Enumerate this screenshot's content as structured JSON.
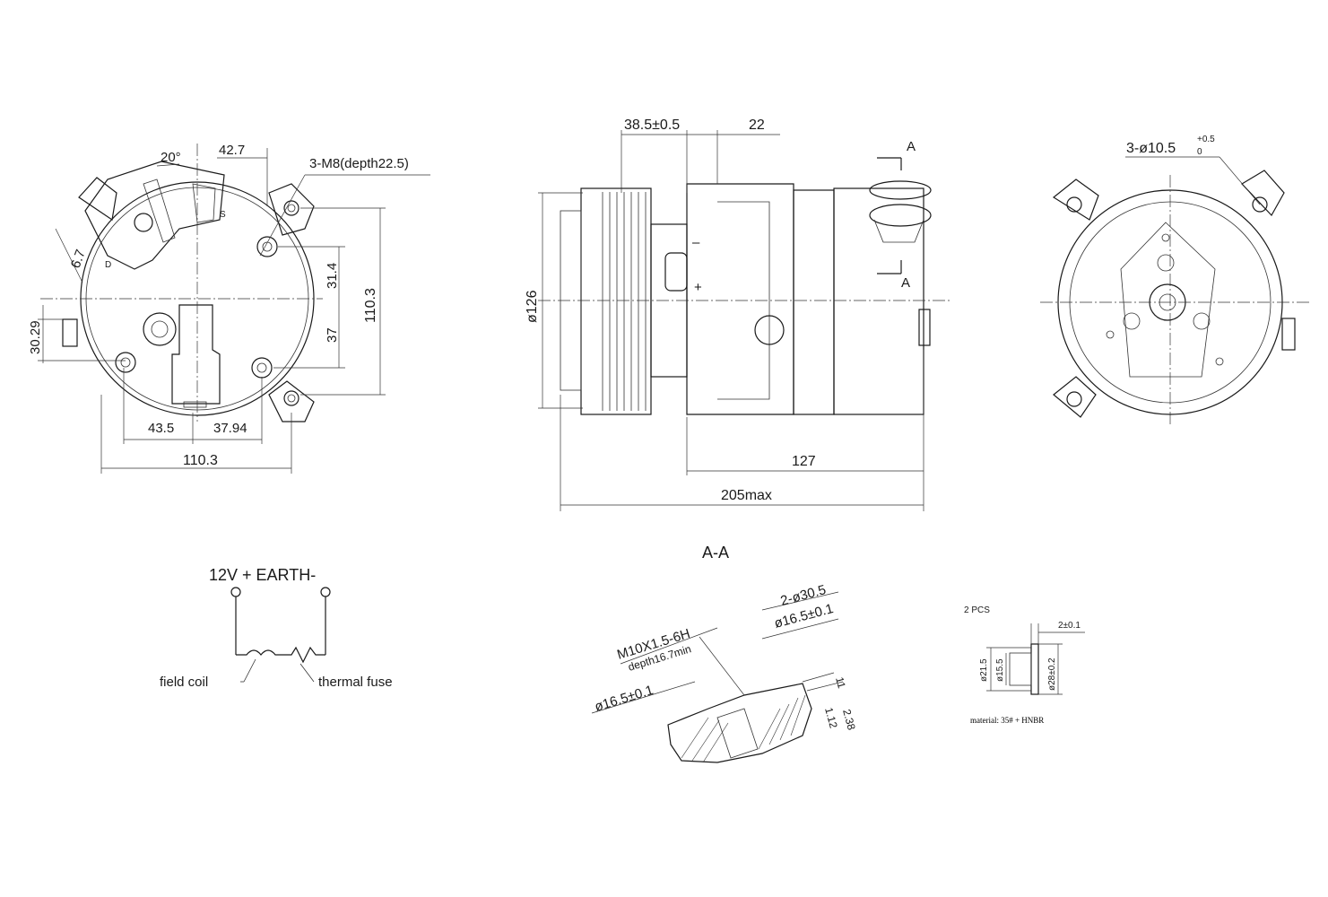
{
  "left_view": {
    "angle": "20°",
    "dim_top": "42.7",
    "thread_note": "3-M8(depth22.5)",
    "dim_31_4": "31.4",
    "dim_37": "37",
    "dim_height": "110.3",
    "dim_side": "30.29",
    "dim_43_5": "43.5",
    "dim_37_94": "37.94",
    "dim_width": "110.3",
    "dim_small": "6.7",
    "port_d": "D",
    "port_s": "S"
  },
  "center_view": {
    "dim_38_5": "38.5±0.5",
    "dim_22": "22",
    "diameter": "ø126",
    "dim_127": "127",
    "dim_205": "205max",
    "section_a_top": "A",
    "section_a_bottom": "A",
    "minus": "–",
    "plus": "+"
  },
  "right_view": {
    "hole_note": "3-ø10.5",
    "tol_upper": "+0.5",
    "tol_lower": "0"
  },
  "wiring": {
    "header": "12V + EARTH-",
    "field_coil": "field coil",
    "thermal_fuse": "thermal fuse"
  },
  "section": {
    "title": "A-A",
    "thread": "M10X1.5-6H",
    "depth": "depth16.7min",
    "dim_2_30_5": "2-ø30.5",
    "dim_16_5_right": "ø16.5±0.1",
    "dim_16_5_left": "ø16.5±0.1",
    "dim_11": "11",
    "dim_2_38": "2.38",
    "dim_1_12": "1.12"
  },
  "gasket": {
    "qty": "2 PCS",
    "thickness": "2±0.1",
    "d_outer": "ø21.5",
    "d_inner": "ø15.5",
    "d_ring": "ø28±0.2",
    "material": "material: 35# + HNBR"
  }
}
